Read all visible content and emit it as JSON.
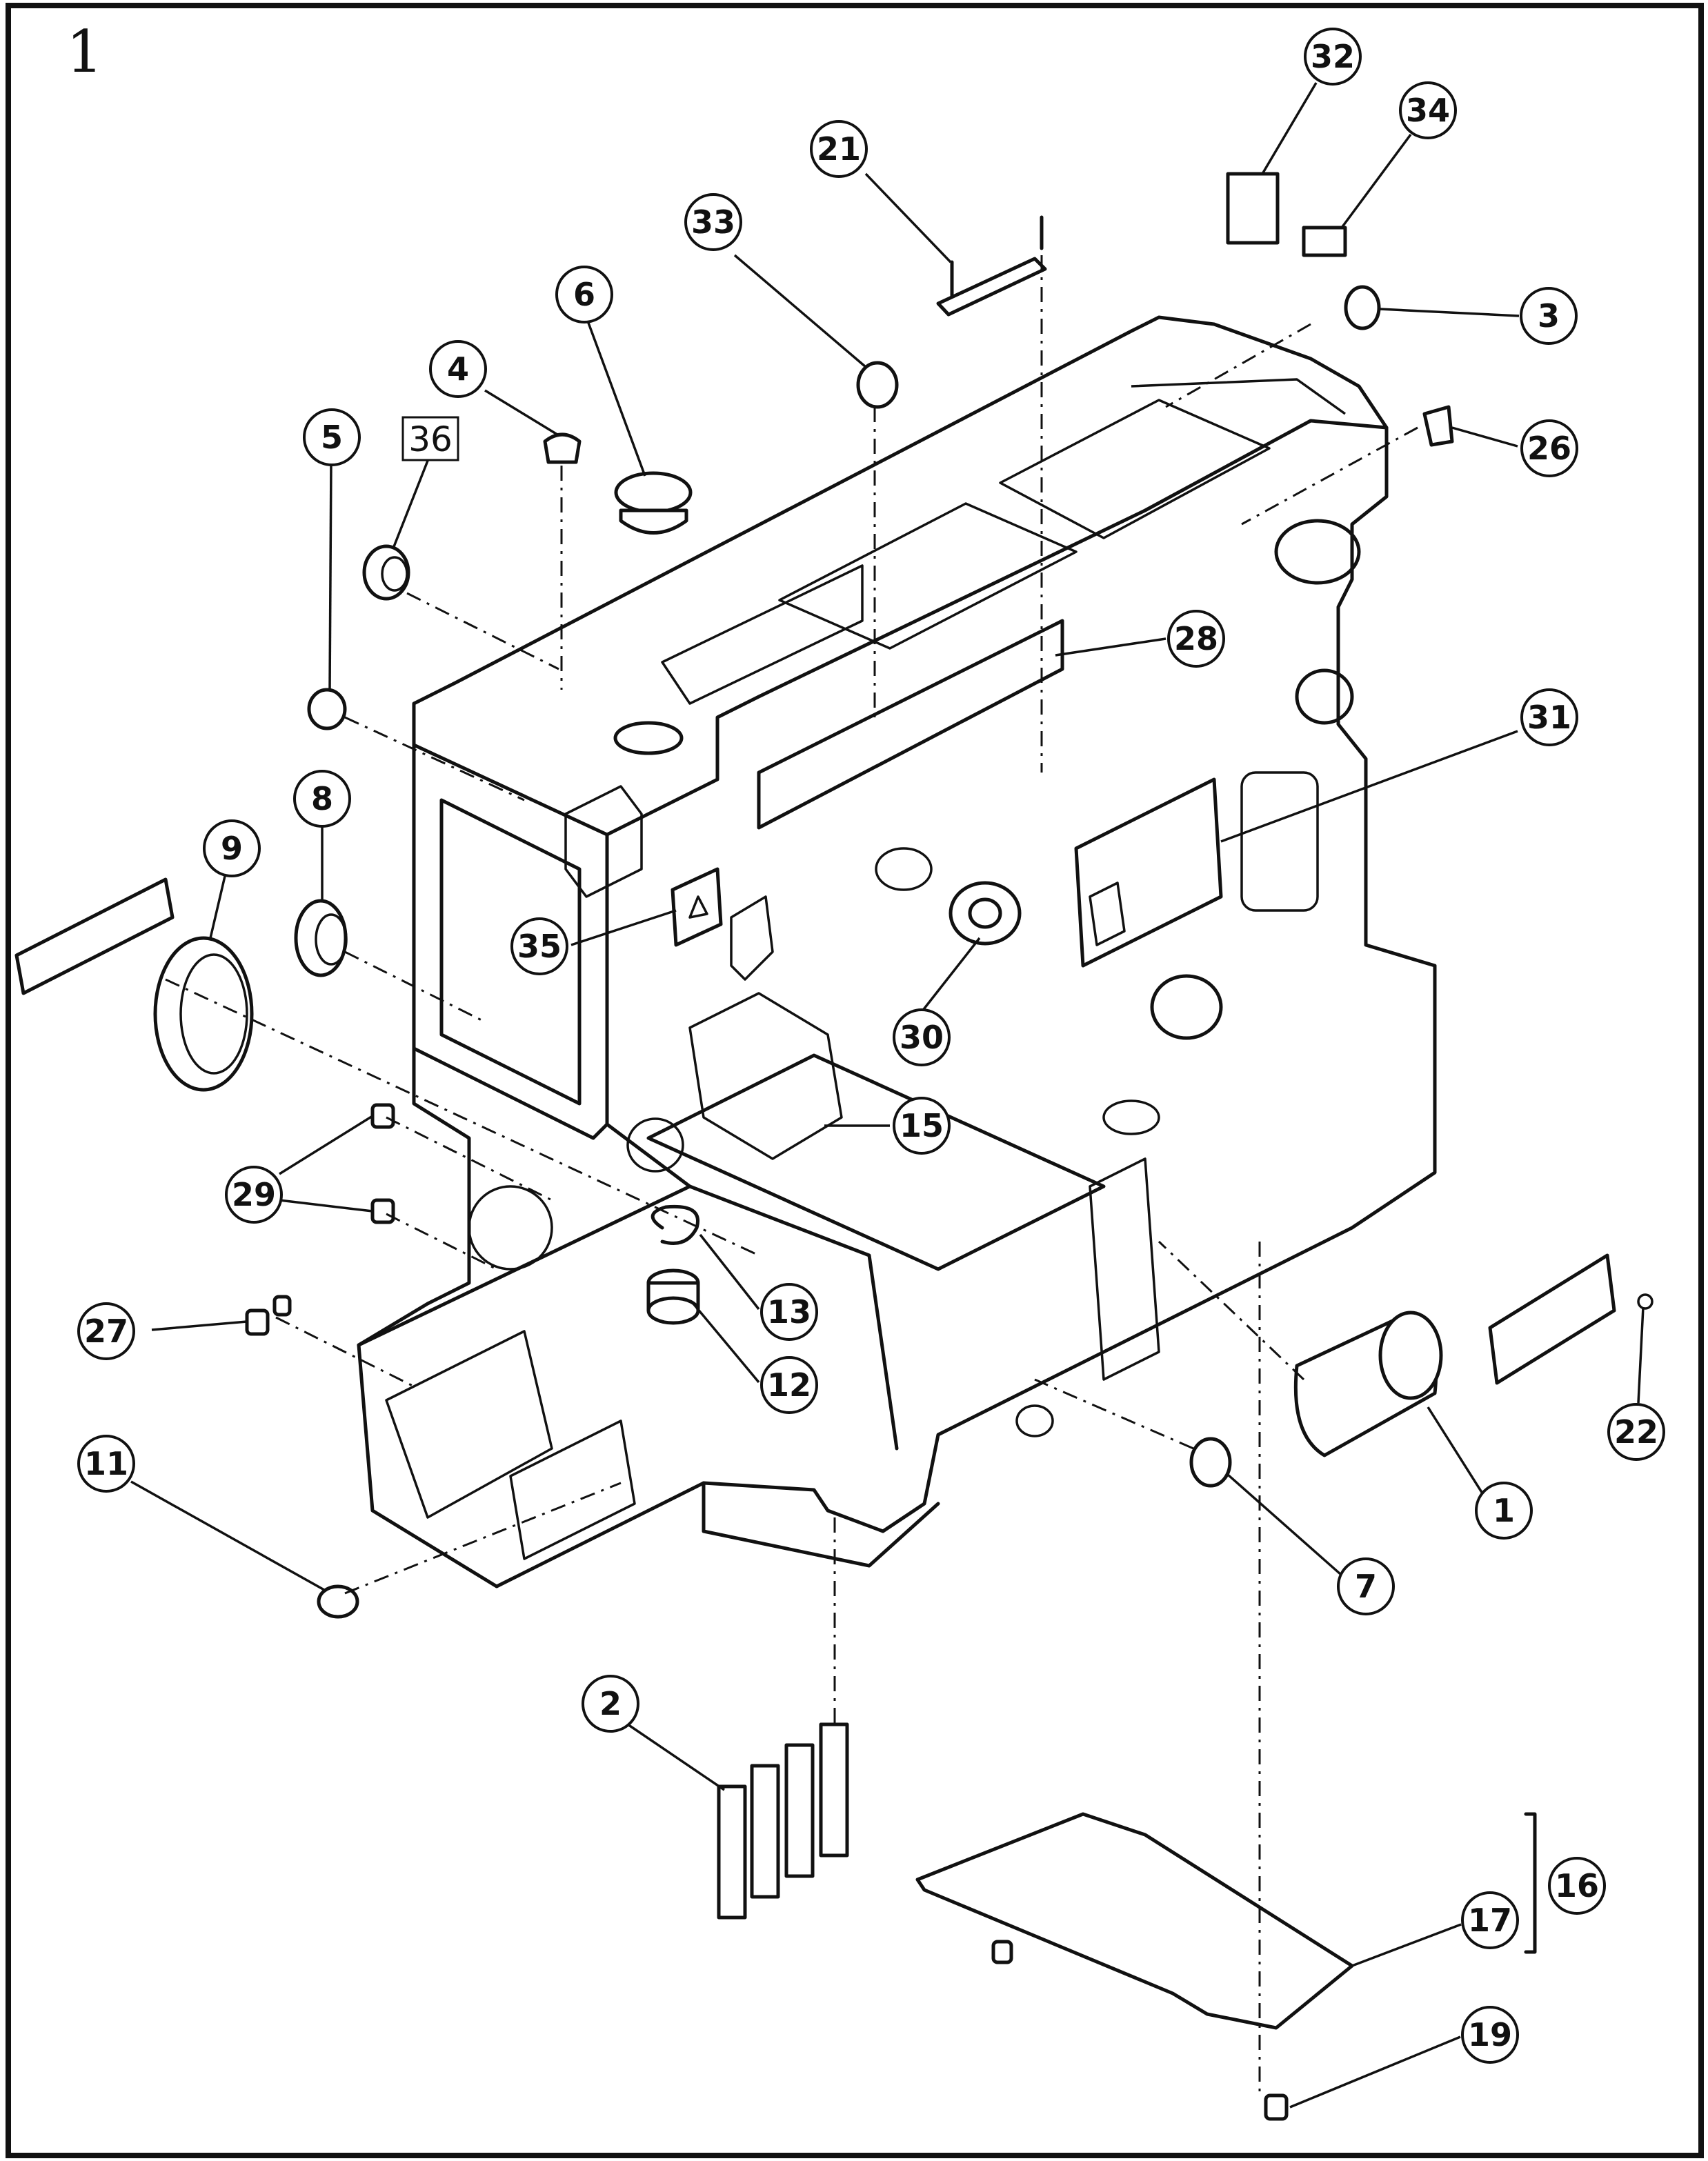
{
  "figure_number": "1",
  "callouts": [
    {
      "id": "1",
      "label": "1"
    },
    {
      "id": "2",
      "label": "2"
    },
    {
      "id": "3",
      "label": "3"
    },
    {
      "id": "4",
      "label": "4"
    },
    {
      "id": "5",
      "label": "5"
    },
    {
      "id": "6",
      "label": "6"
    },
    {
      "id": "7",
      "label": "7"
    },
    {
      "id": "8",
      "label": "8"
    },
    {
      "id": "9",
      "label": "9"
    },
    {
      "id": "11",
      "label": "11"
    },
    {
      "id": "12",
      "label": "12"
    },
    {
      "id": "13",
      "label": "13"
    },
    {
      "id": "15",
      "label": "15"
    },
    {
      "id": "16",
      "label": "16"
    },
    {
      "id": "17",
      "label": "17"
    },
    {
      "id": "19",
      "label": "19"
    },
    {
      "id": "21",
      "label": "21"
    },
    {
      "id": "22",
      "label": "22"
    },
    {
      "id": "26",
      "label": "26"
    },
    {
      "id": "27",
      "label": "27"
    },
    {
      "id": "28",
      "label": "28"
    },
    {
      "id": "29",
      "label": "29"
    },
    {
      "id": "30",
      "label": "30"
    },
    {
      "id": "31",
      "label": "31"
    },
    {
      "id": "32",
      "label": "32"
    },
    {
      "id": "33",
      "label": "33"
    },
    {
      "id": "34",
      "label": "34"
    },
    {
      "id": "35",
      "label": "35"
    }
  ],
  "boxed_label": "36"
}
